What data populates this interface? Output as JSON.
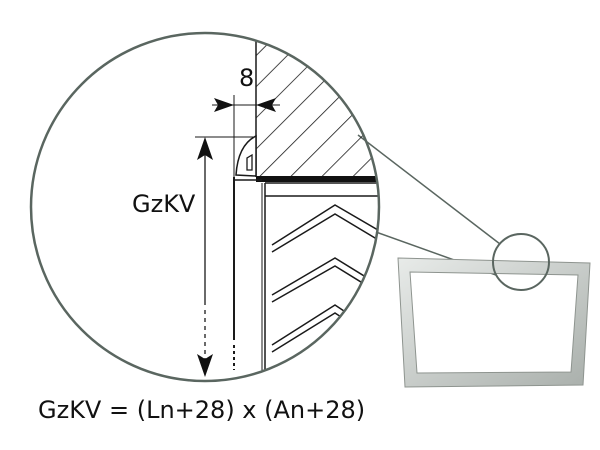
{
  "labels": {
    "dimension_gap": "8",
    "dimension_height": "GzKV",
    "formula": "GzKV = (Ln+28) x (An+28)"
  },
  "colors": {
    "line": "#1a1a1a",
    "circle": "#5a6660",
    "frame": "#c8ccc9"
  }
}
